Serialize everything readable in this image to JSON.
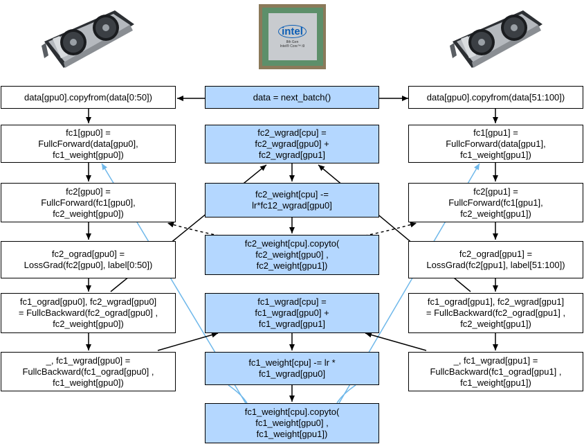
{
  "images": {
    "gpu_left": {
      "icon": "gpu-card-icon"
    },
    "cpu": {
      "icon": "cpu-chip-icon",
      "brand": "intel",
      "lines": [
        "8th Gen",
        "Intel® Core™ i9"
      ]
    },
    "gpu_right": {
      "icon": "gpu-card-icon"
    }
  },
  "nodes": {
    "copy_gpu0": "data[gpu0].copyfrom(data[0:50])",
    "next_batch": "data = next_batch()",
    "copy_gpu1": "data[gpu0].copyfrom(data[51:100])",
    "fc1_gpu0": "fc1[gpu0] =\nFullcForward(data[gpu0],\nfc1_weight[gpu0])",
    "fc2_wgrad_cpu": "fc2_wgrad[cpu]  =\nfc2_wgrad[gpu0] +\nfc2_wgrad[gpu1]",
    "fc1_gpu1": "fc1[gpu1] =\nFullcForward(data[gpu1],\nfc1_weight[gpu1])",
    "fc2_gpu0": "fc2[gpu0] =\nFullcForward(fc1[gpu0],\nfc2_weight[gpu0])",
    "fc2_weight_update": "fc2_weight[cpu] -=\nlr*fc12_wgrad[gpu0]",
    "fc2_gpu1": "fc2[gpu1] =\nFullcForward(fc1[gpu1],\nfc2_weight[gpu1])",
    "fc2_ograd_gpu0": "fc2_ograd[gpu0] =\nLossGrad(fc2[gpu0], label[0:50])",
    "fc2_weight_copyto": "fc2_weight[cpu].copyto(\nfc2_weight[gpu0] ,\nfc2_weight[gpu1])",
    "fc2_ograd_gpu1": "fc2_ograd[gpu1] =\nLossGrad(fc2[gpu1], label[51:100])",
    "fc1_ograd_gpu0": "fc1_ograd[gpu0], fc2_wgrad[gpu0]\n= FullcBackward(fc2_ograd[gpu0] ,\nfc2_weight[gpu0])",
    "fc1_wgrad_cpu": "fc1_wgrad[cpu]  =\nfc1_wgrad[gpu0] +\nfc1_wgrad[gpu1]",
    "fc1_ograd_gpu1": "fc1_ograd[gpu1], fc2_wgrad[gpu1]\n= FullcBackward(fc2_ograd[gpu1] ,\nfc2_weight[gpu1])",
    "fc1_wgrad_gpu0": "_, fc1_wgrad[gpu0] =\nFullcBackward(fc1_ograd[gpu0] ,\nfc1_weight[gpu0])",
    "fc1_weight_update": "fc1_weight[cpu] -= lr *\nfc1_wgrad[gpu0]",
    "fc1_wgrad_gpu1": "_, fc1_wgrad[gpu1] =\nFullcBackward(fc1_ograd[gpu1] ,\nfc1_weight[gpu1])",
    "fc1_weight_copyto": "fc1_weight[cpu].copyto(\nfc1_weight[gpu0] ,\nfc1_weight[gpu1])"
  },
  "colors": {
    "cpu_fill": "#b4d7ff",
    "gpu_fill": "#ffffff",
    "border": "#000000",
    "blue_edge": "#6fb8ea"
  }
}
